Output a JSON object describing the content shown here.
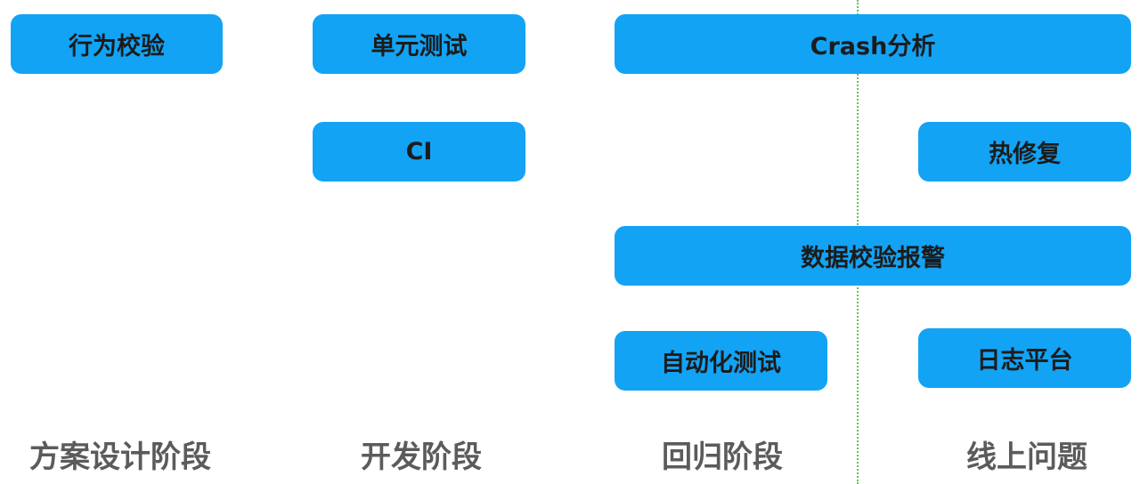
{
  "colors": {
    "box_fill": "#12a3f5",
    "box_text": "#1c1c1c",
    "stage_text": "#5b5b5b",
    "divider": "#6cbf5a"
  },
  "boxes": {
    "behavior_check": "行为校验",
    "unit_test": "单元测试",
    "ci": "CI",
    "crash_analysis": "Crash分析",
    "hotfix": "热修复",
    "data_check_alert": "数据校验报警",
    "auto_test": "自动化测试",
    "log_platform": "日志平台"
  },
  "stages": {
    "design": "方案设计阶段",
    "development": "开发阶段",
    "regression": "回归阶段",
    "online": "线上问题"
  }
}
